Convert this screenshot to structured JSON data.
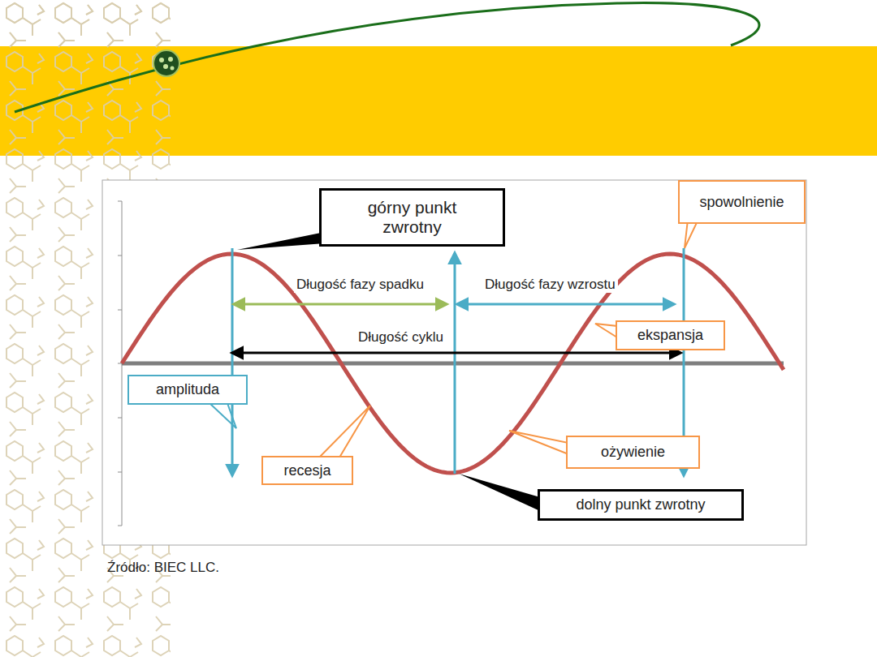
{
  "diagram": {
    "caption": "Źródło: BIEC LLC.",
    "nodes": [
      {
        "text": [
          "górny punkt zwrotny"
        ]
      },
      {
        "text": [
          "spowolnienie"
        ]
      },
      {
        "text": [
          "ekspansja"
        ]
      },
      {
        "text": [
          "amplituda"
        ]
      },
      {
        "text": [
          "recesja"
        ]
      },
      {
        "text": [
          "ożywienie"
        ]
      },
      {
        "text": [
          "dolny punkt zwrotny"
        ]
      }
    ],
    "labels": [
      "Długość fazy spadku",
      "Długość fazy wzrostu",
      "Długość cyklu"
    ]
  }
}
